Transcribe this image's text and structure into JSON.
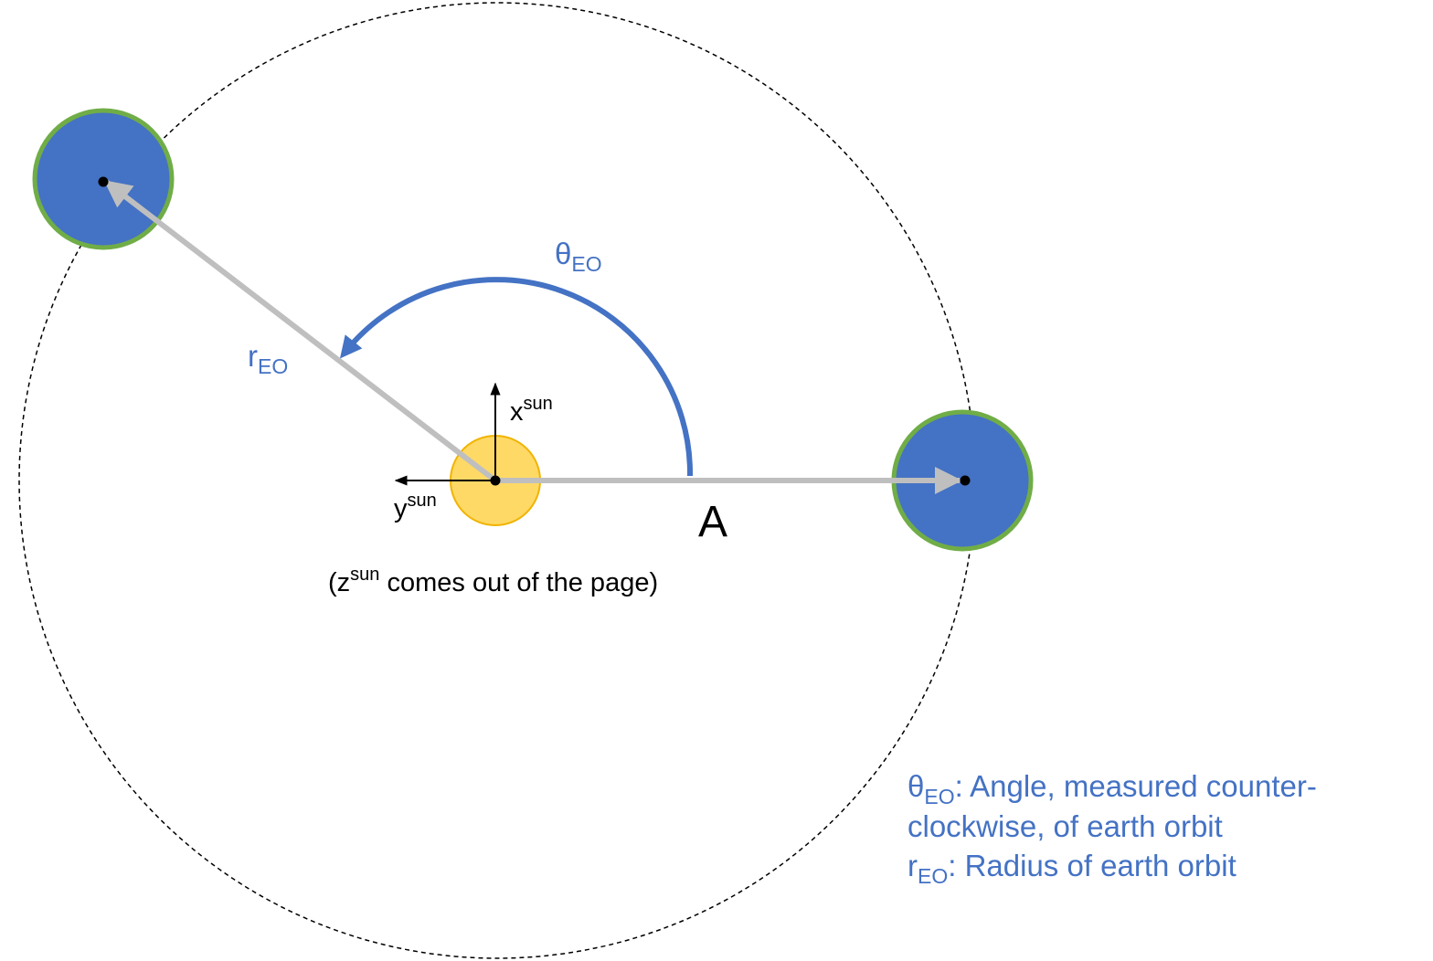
{
  "labels": {
    "theta_main": "θ",
    "theta_sub": "EO",
    "r_main": "r",
    "r_sub": "EO",
    "x_main": "x",
    "x_sup": "sun",
    "y_main": "y",
    "y_sup": "sun",
    "point_a": "A",
    "z_note_open": "(z",
    "z_note_sup": "sun",
    "z_note_rest": " comes out of the page)"
  },
  "legend": {
    "line1_symbol": "θ",
    "line1_sub": "EO",
    "line1_text": ": Angle, measured counter-",
    "line2_text": "clockwise, of earth orbit",
    "line3_symbol": "r",
    "line3_sub": "EO",
    "line3_text": ": Radius of earth orbit"
  },
  "colors": {
    "accent_blue": "#4472C4",
    "earth_fill": "#4472C4",
    "earth_ring": "#70AD47",
    "sun_fill": "#FFD966",
    "sun_ring": "#F0B400",
    "vector_gray": "#BFBFBF",
    "orbit_line": "#000000"
  }
}
